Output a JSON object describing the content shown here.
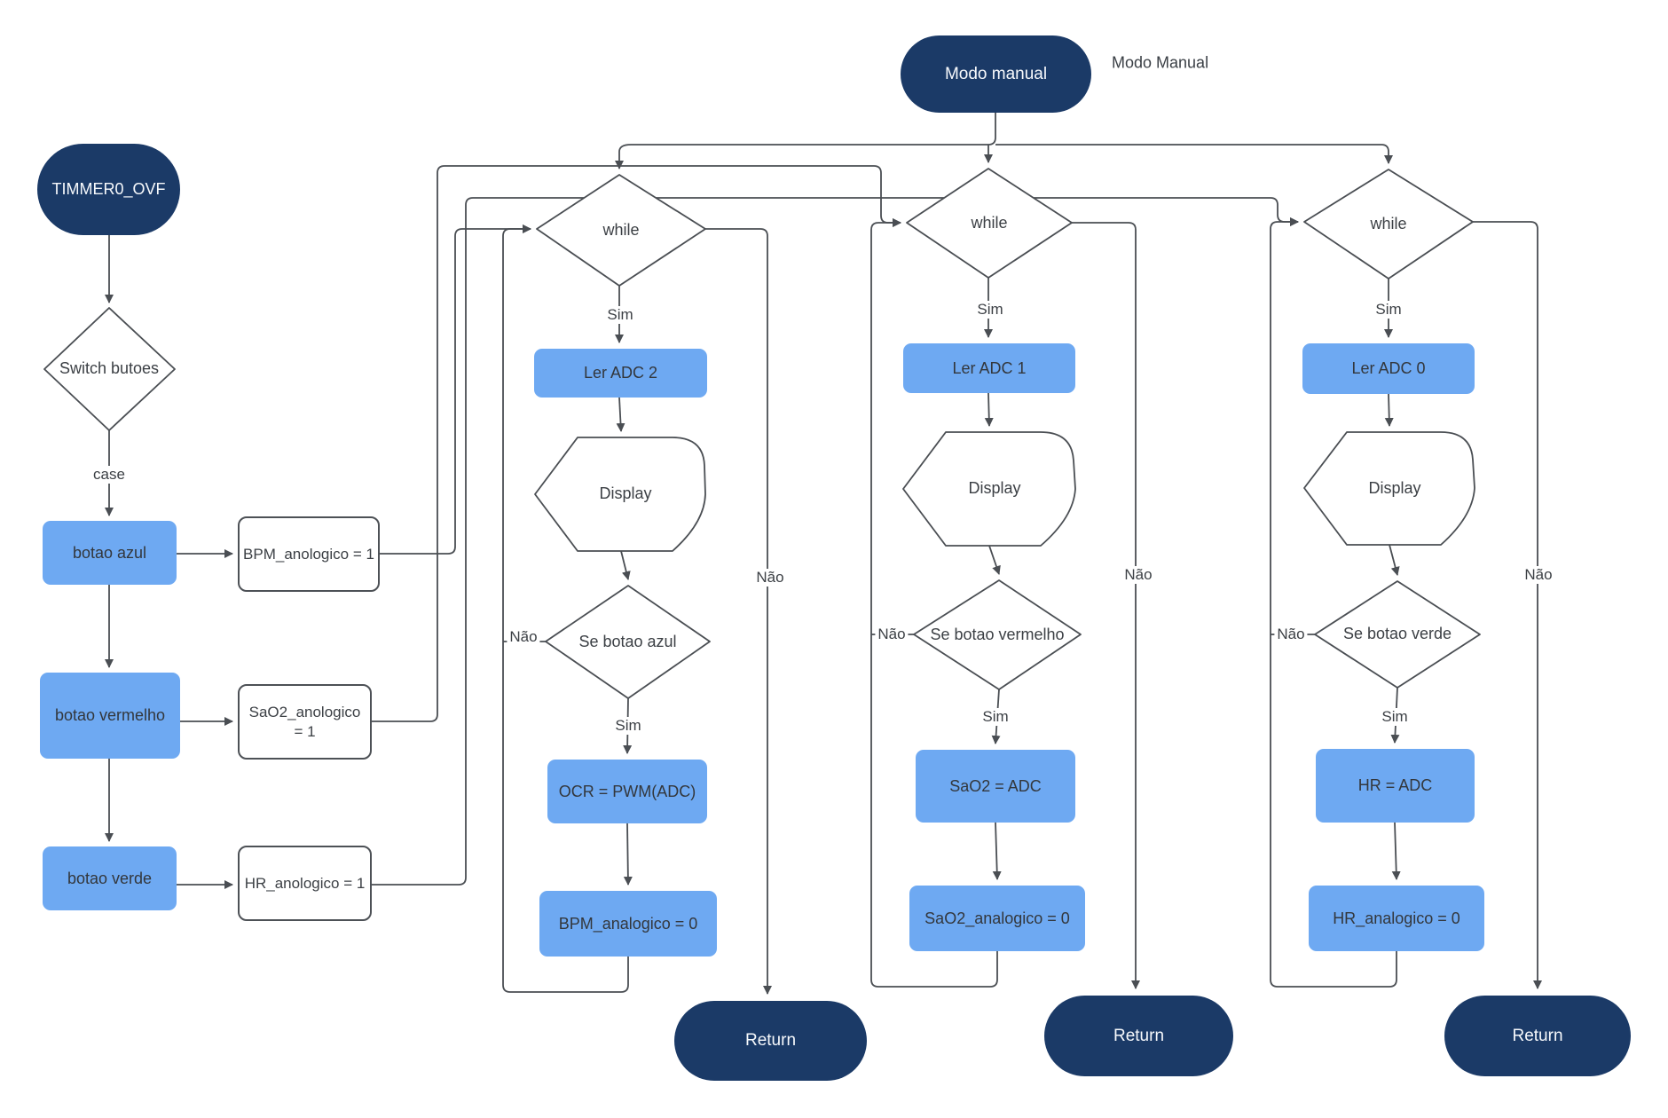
{
  "diagram": {
    "note": "Modo Manual",
    "nodes": {
      "timer": "TIMMER0_OVF",
      "modo_manual": "Modo manual",
      "switch_butoes": "Switch butoes",
      "botao_azul": "botao azul",
      "botao_vermelho": "botao vermelho",
      "botao_verde": "botao verde",
      "bpm_flag": "BPM_anologico = 1",
      "sao2_flag": "SaO2_anologico = 1",
      "hr_flag": "HR_anologico = 1",
      "while_label": "while",
      "ler_adc2": "Ler ADC 2",
      "ler_adc1": "Ler ADC 1",
      "ler_adc0": "Ler ADC 0",
      "display_label": "Display",
      "se_botao_azul": "Se botao azul",
      "se_botao_vermelho": "Se botao vermelho",
      "se_botao_verde": "Se botao verde",
      "ocr_pwm": "OCR = PWM(ADC)",
      "bpm_analogico_0": "BPM_analogico = 0",
      "sao2_adc": "SaO2 = ADC",
      "sao2_analogico_0": "SaO2_analogico = 0",
      "hr_adc": "HR = ADC",
      "hr_analogico_0": "HR_analogico = 0",
      "return_label": "Return"
    },
    "edge_labels": {
      "case": "case",
      "sim": "Sim",
      "nao": "Não"
    },
    "colors": {
      "pill_navy": "#1b3a67",
      "box_blue": "#6ea9f2",
      "line_gray": "#4a4e53"
    }
  }
}
